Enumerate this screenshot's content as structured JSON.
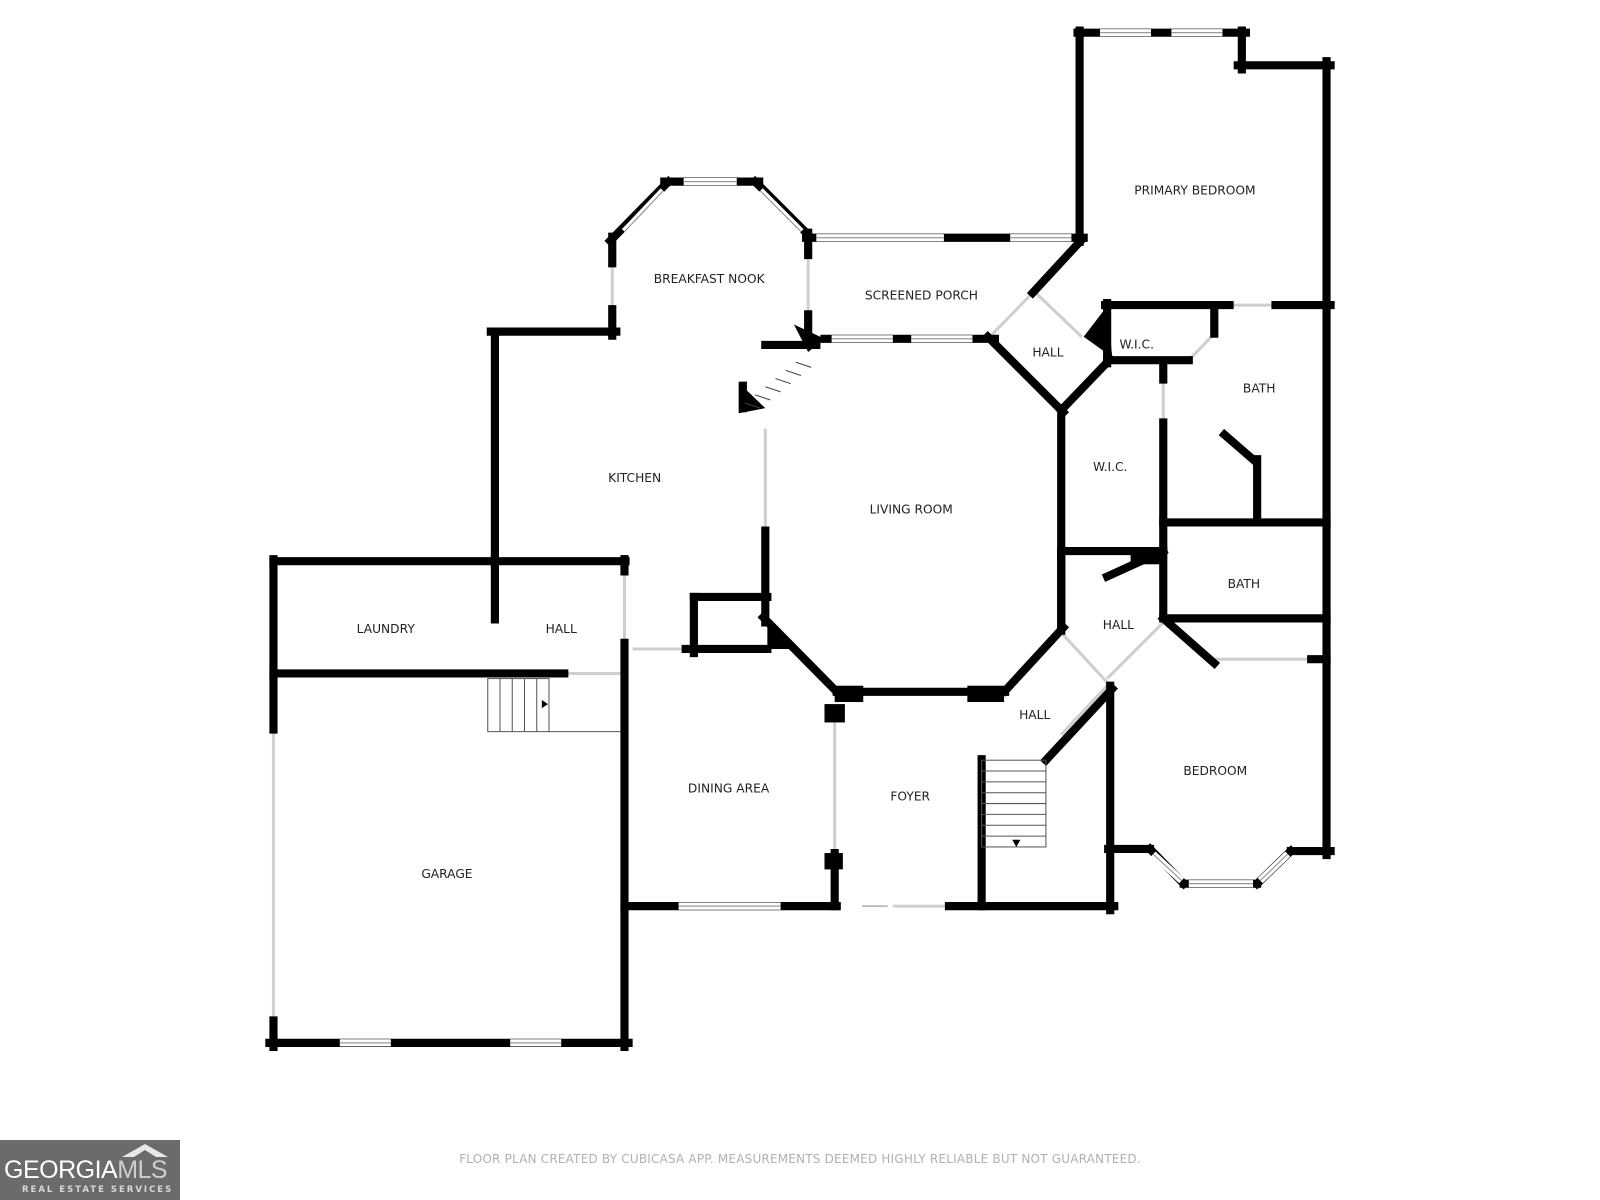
{
  "rooms": {
    "primary_bedroom": "PRIMARY BEDROOM",
    "breakfast_nook": "BREAKFAST NOOK",
    "screened_porch": "SCREENED PORCH",
    "hall_top": "HALL",
    "wic_top": "W.I.C.",
    "bath_top": "BATH",
    "kitchen": "KITCHEN",
    "living_room": "LIVING ROOM",
    "wic_mid": "W.I.C.",
    "laundry": "LAUNDRY",
    "hall_left": "HALL",
    "bath_mid": "BATH",
    "hall_mid": "HALL",
    "hall_low": "HALL",
    "dining_area": "DINING AREA",
    "foyer": "FOYER",
    "bedroom": "BEDROOM",
    "garage": "GARAGE"
  },
  "footer": "FLOOR PLAN CREATED BY CUBICASA APP. MEASUREMENTS DEEMED HIGHLY RELIABLE BUT NOT GUARANTEED.",
  "logo": {
    "main": "GEORGIA",
    "accent": "MLS",
    "sub": "REAL ESTATE SERVICES"
  },
  "colors": {
    "wall": "#000000",
    "window": "#9a9a9a",
    "logo_bg": "#6b6b6b"
  }
}
